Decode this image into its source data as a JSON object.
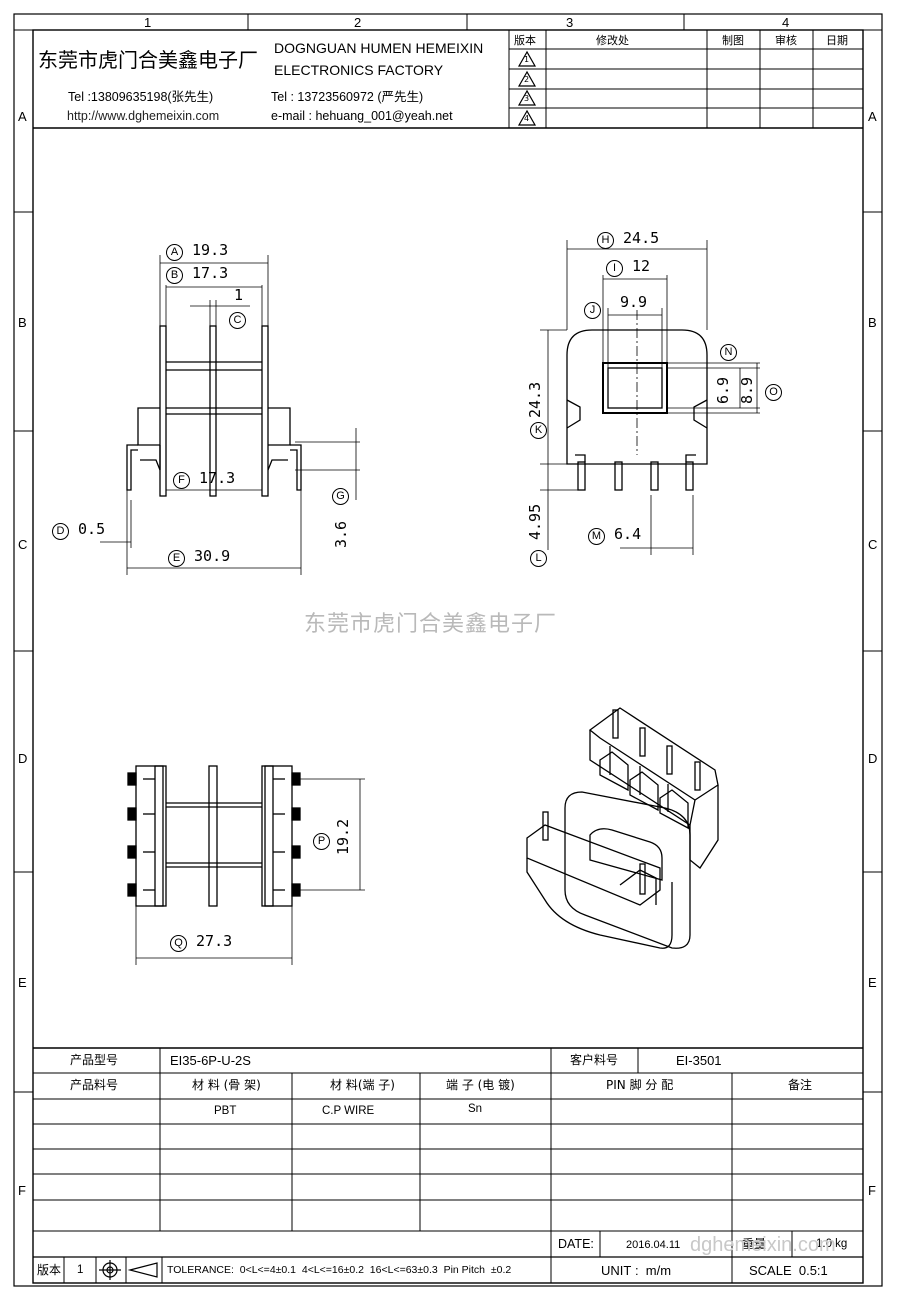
{
  "zones_top": [
    "1",
    "2",
    "3",
    "4"
  ],
  "zones_side": [
    "A",
    "B",
    "C",
    "D",
    "E",
    "F"
  ],
  "company": {
    "cn_name": "东莞市虎门合美鑫电子厂",
    "en_line1": "DOGNGUAN HUMEN HEMEIXIN",
    "en_line2": "ELECTRONICS FACTORY",
    "tel1": "Tel :13809635198(张先生)",
    "url": "http://www.dghemeixin.com",
    "tel2": "Tel : 13723560972 (严先生)",
    "email": "e-mail : hehuang_001@yeah.net"
  },
  "revision_table": {
    "h_version": "版本",
    "h_change": "修改处",
    "h_draw": "制图",
    "h_check": "审核",
    "h_date": "日期",
    "marks": [
      "1",
      "2",
      "3",
      "4"
    ]
  },
  "dims": {
    "A": "A",
    "A_val": "19.3",
    "B": "B",
    "B_val": "17.3",
    "C": "C",
    "C_val": "1",
    "D": "D",
    "D_val": "0.5",
    "E": "E",
    "E_val": "30.9",
    "F": "F",
    "F_val": "17.3",
    "G": "G",
    "G_val": "3.6",
    "H": "H",
    "H_val": "24.5",
    "I": "I",
    "I_val": "12",
    "J": "J",
    "J_val": "9.9",
    "K": "K",
    "K_val": "24.3",
    "L": "L",
    "L_val": "4.95",
    "M": "M",
    "M_val": "6.4",
    "N": "N",
    "N_val": "6.9",
    "O": "O",
    "O_val": "8.9",
    "P": "P",
    "P_val": "19.2",
    "Q": "Q",
    "Q_val": "27.3"
  },
  "watermark": "东莞市虎门合美鑫电子厂",
  "title_block": {
    "product_model_label": "产品型号",
    "product_model": "EI35-6P-U-2S",
    "customer_pn_label": "客户料号",
    "customer_pn": "EI-3501",
    "product_pn_label": "产品料号",
    "mat_bobbin_label": "材 料 (骨 架)",
    "mat_pin_label": "材 料(端 子)",
    "plating_label": "端 子 (电 镀)",
    "pin_assign_label": "PIN 脚 分 配",
    "remark_label": "备注",
    "mat_bobbin": "PBT",
    "mat_pin": "C.P WIRE",
    "plating": "Sn",
    "date_label": "DATE:",
    "date": "2016.04.11",
    "weight_label": "重量",
    "weight": "1.0 kg",
    "version_label": "版本",
    "version": "1",
    "tolerance": "TOLERANCE:  0<L<=4±0.1  4<L<=16±0.2  16<L<=63±0.3  Pin Pitch  ±0.2",
    "unit": "UNIT :  m/m",
    "scale": "SCALE  0.5:1",
    "corner_wm": "dghemeixin.com"
  }
}
